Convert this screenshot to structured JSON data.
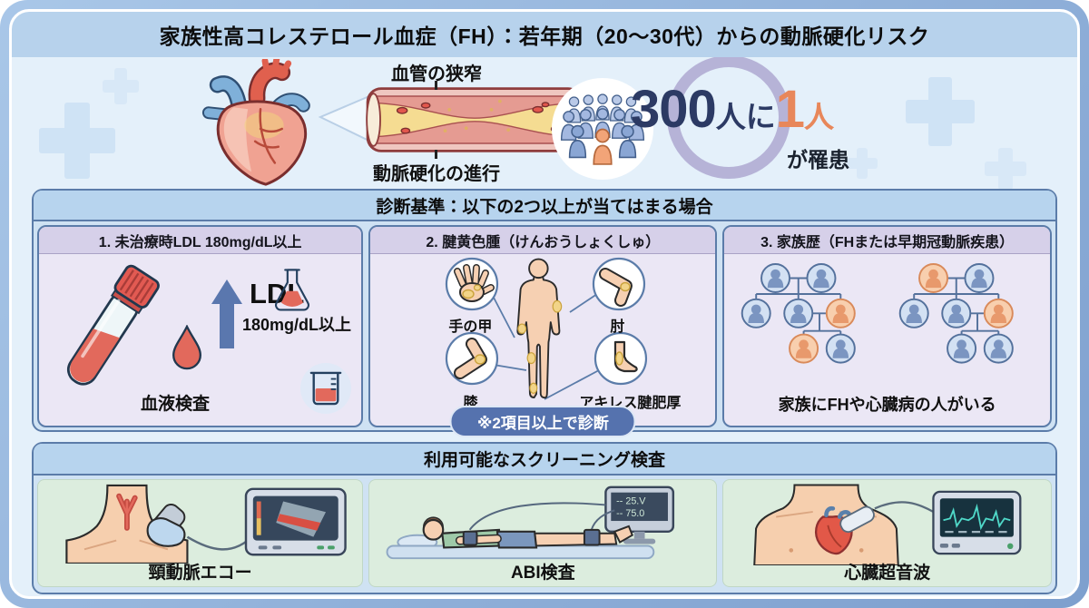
{
  "title": "家族性高コレステロール血症（FH）：若年期（20～30代）からの動脈硬化リスク",
  "hero": {
    "vessel_top_label": "血管の狭窄",
    "vessel_bottom_label": "動脈硬化の進行",
    "stat_number": "300",
    "stat_middle": "人に",
    "stat_one": "1",
    "stat_person": "人",
    "stat_suffix": "が罹患"
  },
  "diagnosis": {
    "header": "診断基準：以下の2つ以上が当てはまる場合",
    "badge": "※2項目以上で診断",
    "panel1": {
      "title": "1. 未治療時LDL 180mg/dL以上",
      "ldl": "LDL",
      "ldl_threshold": "180mg/dL以上",
      "caption": "血液検査"
    },
    "panel2": {
      "title": "2. 腱黄色腫（けんおうしょくしゅ）",
      "label_hand": "手の甲",
      "label_elbow": "肘",
      "label_knee": "膝",
      "label_achilles": "アキレス腱肥厚"
    },
    "panel3": {
      "title": "3. 家族歴（FHまたは早期冠動脈疾患）",
      "caption": "家族にFHや心臓病の人がいる"
    }
  },
  "screening": {
    "header": "利用可能なスクリーニング検査",
    "panel1": {
      "caption": "頸動脈エコー"
    },
    "panel2": {
      "caption": "ABI検査",
      "monitor_line1": "-- 25.V",
      "monitor_line2": "-- 75.0"
    },
    "panel3": {
      "caption": "心臓超音波"
    }
  },
  "colors": {
    "accent_orange": "#e8875a",
    "navy": "#2c3a64",
    "frame_blue": "#8fb1d9",
    "header_blue": "#b7d2ec",
    "purple_header": "#d6d0e9",
    "purple_body": "#ebe7f5",
    "green_body": "#dcedde",
    "badge_blue": "#5572ae"
  }
}
